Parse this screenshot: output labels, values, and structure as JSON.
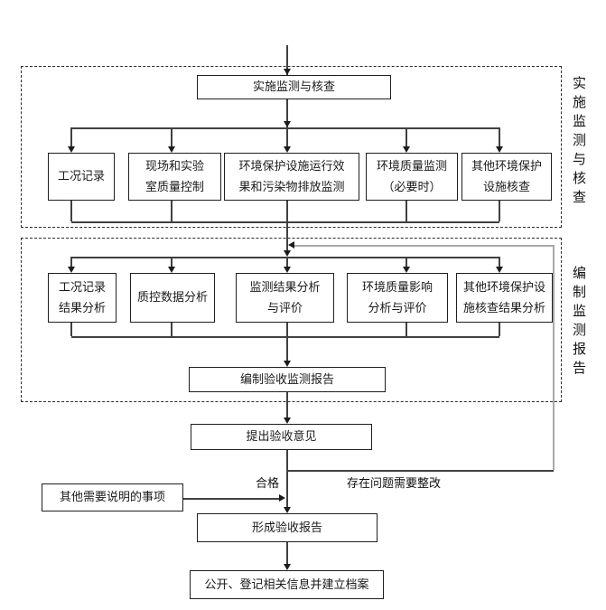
{
  "nodes": {
    "implement": "实施监测与核查",
    "record": "工况记录",
    "qc": "现场和实验\n室质量控制",
    "facility_monitor": "环境保护设施运行效\n果和污染物排放监测",
    "env_monitor": "环境质量监测\n（必要时）",
    "other_check": "其他环境保护\n设施核查",
    "record_analysis": "工况记录\n结果分析",
    "qc_analysis": "质控数据分析",
    "result_analysis": "监测结果分析\n与评价",
    "impact_analysis": "环境质量影响\n分析与评价",
    "other_check_analysis": "其他环境保护设\n施核查结果分析",
    "compile": "编制验收监测报告",
    "opinion": "提出验收意见",
    "other_matters": "其他需要说明的事项",
    "form_report": "形成验收报告",
    "archive": "公开、登记相关信息并建立档案"
  },
  "sections": {
    "s1": "实施监测与核查",
    "s2": "编制监测报告"
  },
  "edges": {
    "pass": "合格",
    "rework": "存在问题需要整改"
  },
  "colors": {
    "line": "#404040",
    "feedback": "#a9a9a9",
    "arrow": "#1c1c1c",
    "border": "#1f1f1f"
  }
}
